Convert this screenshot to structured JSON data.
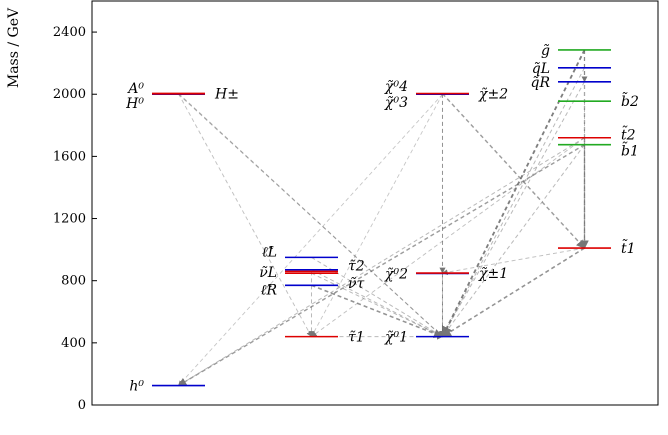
{
  "chart_data": {
    "type": "scatter",
    "title": "",
    "xlabel": "",
    "ylabel": "Mass / GeV",
    "ylim": [
      0,
      2600
    ],
    "yticks": [
      0,
      400,
      800,
      1200,
      1600,
      2000,
      2400
    ],
    "grid": false,
    "legend": "none",
    "colors": {
      "higgs": "#0000cc",
      "heavy_higgs": "#dd0000",
      "neutralino": "#0000cc",
      "chargino": "#dd0000",
      "slepton_left": "#0000cc",
      "slepton_right_stau": "#dd0000",
      "gluino_sbottom": "#22aa22",
      "stop": "#dd0000",
      "squark": "#0000cc",
      "decay_arrow": "#666666"
    },
    "levels": [
      {
        "label": "h⁰",
        "column": "higgs",
        "mass": 125,
        "color": "higgs",
        "label_side": "left"
      },
      {
        "label": "H⁰",
        "column": "higgs",
        "mass": 2000,
        "color": "higgs",
        "label_side": "left",
        "offset": 9
      },
      {
        "label": "A⁰",
        "column": "higgs",
        "mass": 2003,
        "color": "heavy_higgs",
        "label_side": "left",
        "offset": -6
      },
      {
        "label": "H±",
        "column": "higgs",
        "mass": 2005,
        "color": "heavy_higgs",
        "label_side": "right"
      },
      {
        "label": "ℓ̃L",
        "column": "slepton",
        "mass": 950,
        "color": "slepton_left",
        "label_side": "left",
        "offset": -6
      },
      {
        "label": "ν̃L",
        "column": "slepton",
        "mass": 870,
        "color": "slepton_left",
        "label_side": "left",
        "offset": 2
      },
      {
        "label": "τ̃2",
        "column": "slepton",
        "mass": 860,
        "color": "slepton_right_stau",
        "label_side": "right",
        "offset": -6
      },
      {
        "label": "ν̃τ",
        "column": "slepton",
        "mass": 848,
        "color": "slepton_right_stau",
        "label_side": "right",
        "offset": 10
      },
      {
        "label": "ℓ̃R",
        "column": "slepton",
        "mass": 770,
        "color": "slepton_left",
        "label_side": "left",
        "offset": 4
      },
      {
        "label": "τ̃1",
        "column": "slepton",
        "mass": 440,
        "color": "slepton_right_stau",
        "label_side": "right"
      },
      {
        "label": "χ̃⁰4",
        "column": "gaugino",
        "mass": 2002,
        "color": "neutralino",
        "label_side": "left",
        "offset": -8
      },
      {
        "label": "χ̃⁰3",
        "column": "gaugino",
        "mass": 2000,
        "color": "neutralino",
        "label_side": "left",
        "offset": 8
      },
      {
        "label": "χ̃±2",
        "column": "gaugino",
        "mass": 2004,
        "color": "chargino",
        "label_side": "right"
      },
      {
        "label": "χ̃⁰2",
        "column": "gaugino",
        "mass": 847,
        "color": "neutralino",
        "label_side": "left"
      },
      {
        "label": "χ̃±1",
        "column": "gaugino",
        "mass": 849,
        "color": "chargino",
        "label_side": "right"
      },
      {
        "label": "χ̃⁰1",
        "column": "gaugino",
        "mass": 440,
        "color": "neutralino",
        "label_side": "left"
      },
      {
        "label": "g̃",
        "column": "squark",
        "mass": 2285,
        "color": "gluino_sbottom",
        "label_side": "left"
      },
      {
        "label": "q̃L",
        "column": "squark",
        "mass": 2170,
        "color": "squark",
        "label_side": "left"
      },
      {
        "label": "q̃R",
        "column": "squark",
        "mass": 2080,
        "color": "squark",
        "label_side": "left"
      },
      {
        "label": "b̃2",
        "column": "squark",
        "mass": 1955,
        "color": "gluino_sbottom",
        "label_side": "right"
      },
      {
        "label": "t̃2",
        "column": "squark",
        "mass": 1720,
        "color": "stop",
        "label_side": "right",
        "offset": -3
      },
      {
        "label": "b̃1",
        "column": "squark",
        "mass": 1675,
        "color": "gluino_sbottom",
        "label_side": "right",
        "offset": 6
      },
      {
        "label": "t̃1",
        "column": "squark",
        "mass": 1010,
        "color": "stop",
        "label_side": "right"
      }
    ],
    "decays": [
      {
        "from": "g̃",
        "to": "χ̃⁰1",
        "strength": 0.9
      },
      {
        "from": "g̃",
        "to": "t̃1",
        "strength": 0.5
      },
      {
        "from": "g̃",
        "to": "q̃R",
        "strength": 0.3
      },
      {
        "from": "q̃L",
        "to": "χ̃⁰1",
        "strength": 0.3
      },
      {
        "from": "q̃R",
        "to": "χ̃⁰1",
        "strength": 0.3
      },
      {
        "from": "b̃2",
        "to": "t̃1",
        "strength": 0.3
      },
      {
        "from": "t̃2",
        "to": "t̃1",
        "strength": 0.6
      },
      {
        "from": "t̃2",
        "to": "τ̃1",
        "strength": 0.25
      },
      {
        "from": "t̃2",
        "to": "h⁰",
        "strength": 0.3
      },
      {
        "from": "b̃1",
        "to": "h⁰",
        "strength": 0.6
      },
      {
        "from": "b̃1",
        "to": "χ̃⁰1",
        "strength": 0.3
      },
      {
        "from": "b̃1",
        "to": "t̃1",
        "strength": 0.2
      },
      {
        "from": "t̃1",
        "to": "χ̃⁰1",
        "strength": 0.7
      },
      {
        "from": "t̃1",
        "to": "χ̃±1",
        "strength": 0.25
      },
      {
        "from": "χ̃±2",
        "to": "t̃1",
        "strength": 0.6
      },
      {
        "from": "χ̃⁰4",
        "to": "χ̃±1",
        "strength": 0.3
      },
      {
        "from": "χ̃⁰4",
        "to": "χ̃⁰1",
        "strength": 0.3
      },
      {
        "from": "χ̃⁰3",
        "to": "h⁰",
        "strength": 0.2
      },
      {
        "from": "χ̃⁰3",
        "to": "τ̃1",
        "strength": 0.2
      },
      {
        "from": "χ̃⁰2",
        "to": "χ̃⁰1",
        "strength": 0.3
      },
      {
        "from": "χ̃±1",
        "to": "χ̃⁰1",
        "strength": 0.3
      },
      {
        "from": "H±",
        "to": "χ̃⁰1",
        "strength": 0.3
      },
      {
        "from": "H⁰",
        "to": "χ̃⁰1",
        "strength": 0.3
      },
      {
        "from": "A⁰",
        "to": "τ̃1",
        "strength": 0.25
      },
      {
        "from": "ℓ̃L",
        "to": "χ̃⁰1",
        "strength": 0.3
      },
      {
        "from": "ν̃L",
        "to": "χ̃⁰1",
        "strength": 0.3
      },
      {
        "from": "τ̃2",
        "to": "τ̃1",
        "strength": 0.3
      },
      {
        "from": "ν̃τ",
        "to": "χ̃⁰1",
        "strength": 0.3
      },
      {
        "from": "ℓ̃R",
        "to": "χ̃⁰1",
        "strength": 0.7
      },
      {
        "from": "τ̃1",
        "to": "χ̃⁰1",
        "strength": 0.3
      }
    ]
  }
}
